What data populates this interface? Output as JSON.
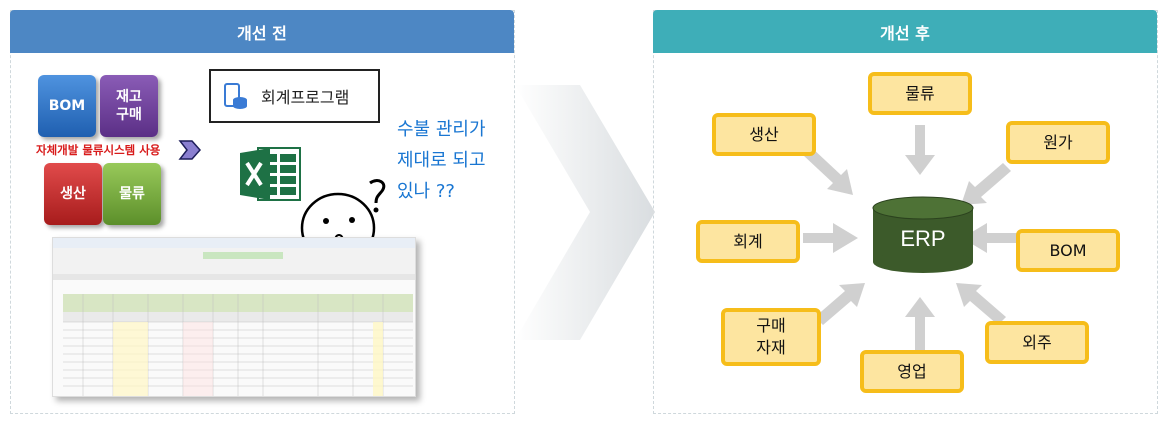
{
  "before": {
    "header": "개선 전",
    "tiles": [
      {
        "id": "bom",
        "label": "BOM",
        "color": "#2b73c9"
      },
      {
        "id": "purchase",
        "label": "재고\n구매",
        "color": "#6a3d9a"
      },
      {
        "id": "production",
        "label": "생산",
        "color": "#c62828"
      },
      {
        "id": "logistics",
        "label": "물류",
        "color": "#7cb342"
      }
    ],
    "caption": "자체개발 물류시스템 사용",
    "program_label": "회계프로그램",
    "question": "수불 관리가\n제대로 되고\n있나 ??"
  },
  "after": {
    "header": "개선 후",
    "center": "ERP",
    "nodes": [
      "물류",
      "원가",
      "BOM",
      "외주",
      "영업",
      "구매\n자재",
      "회계",
      "생산"
    ]
  },
  "colors": {
    "before_header": "#4d87c4",
    "after_header": "#3eaeb8",
    "box_fill": "#fde5a0",
    "box_border": "#f6bd1a",
    "erp": "#3c5a2a"
  }
}
